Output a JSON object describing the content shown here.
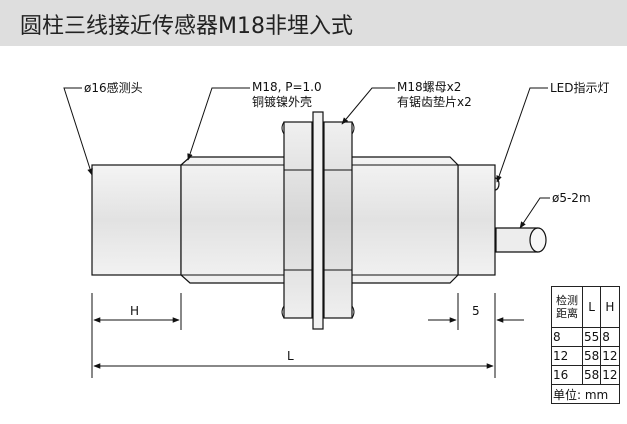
{
  "title": "圆柱三线接近传感器M18非埋入式",
  "callouts": {
    "probe": "ø16感测头",
    "thread_line1": "M18, P=1.0",
    "thread_line2": "铜镀镍外壳",
    "nut_line1": "M18螺母x2",
    "nut_line2": "有锯齿垫片x2",
    "led": "LED指示灯",
    "cable": "ø5-2m"
  },
  "dimensions": {
    "h": "H",
    "five": "5",
    "l": "L"
  },
  "spec_table": {
    "headers": [
      "检测\n距离",
      "L",
      "H"
    ],
    "rows": [
      [
        "8",
        "55",
        "8"
      ],
      [
        "12",
        "58",
        "12"
      ],
      [
        "16",
        "58",
        "12"
      ]
    ],
    "unit": "单位: mm"
  },
  "colors": {
    "title_bg": "#dedede",
    "body_fill": "#e6e6e6",
    "line": "#111111"
  }
}
